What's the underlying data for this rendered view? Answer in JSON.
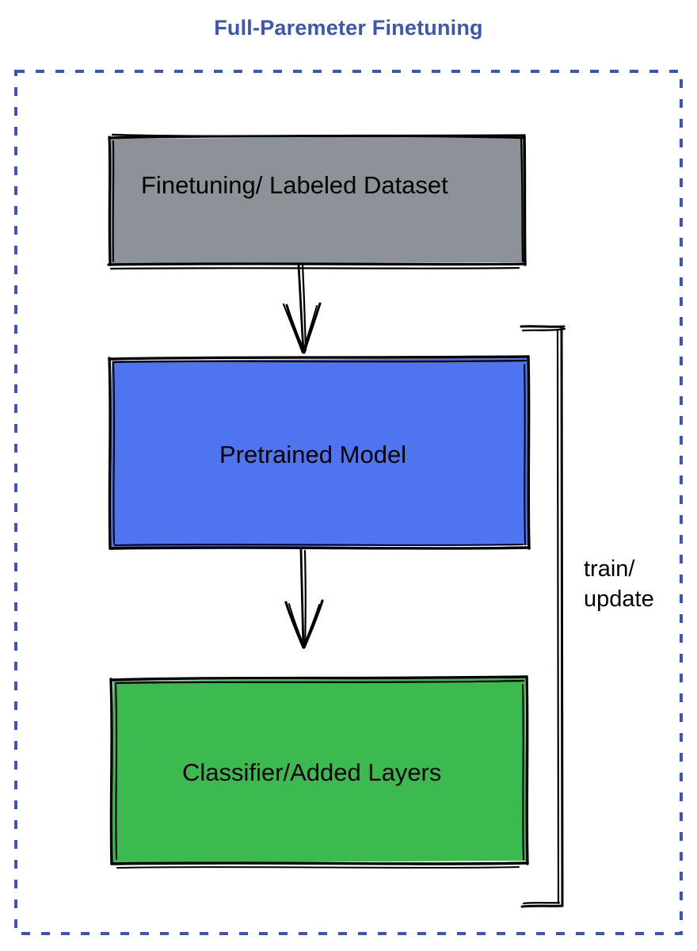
{
  "title": "Full-Paremeter Finetuning",
  "colors": {
    "title": "#3b55b8",
    "dashed_border": "#3b55b8",
    "dataset_box_fill": "#8d9299",
    "pretrained_box_fill": "#4f74f0",
    "classifier_box_fill": "#3cb94f",
    "stroke": "#000000",
    "background": "#ffffff"
  },
  "nodes": {
    "dataset": {
      "label": "Finetuning/ Labeled Dataset",
      "fill": "#8d9299"
    },
    "pretrained": {
      "label": "Pretrained Model",
      "fill": "#4f74f0"
    },
    "classifier": {
      "label": "Classifier/Added Layers",
      "fill": "#3cb94f"
    }
  },
  "edges": {
    "dataset_to_pretrained": {
      "label": ""
    },
    "pretrained_to_classifier": {
      "label": ""
    },
    "feedback_bracket": {
      "label": "train/\nupdate",
      "label_line1": "train/",
      "label_line2": "update"
    }
  },
  "frame": {
    "style": "dashed",
    "color": "#3b55b8"
  }
}
